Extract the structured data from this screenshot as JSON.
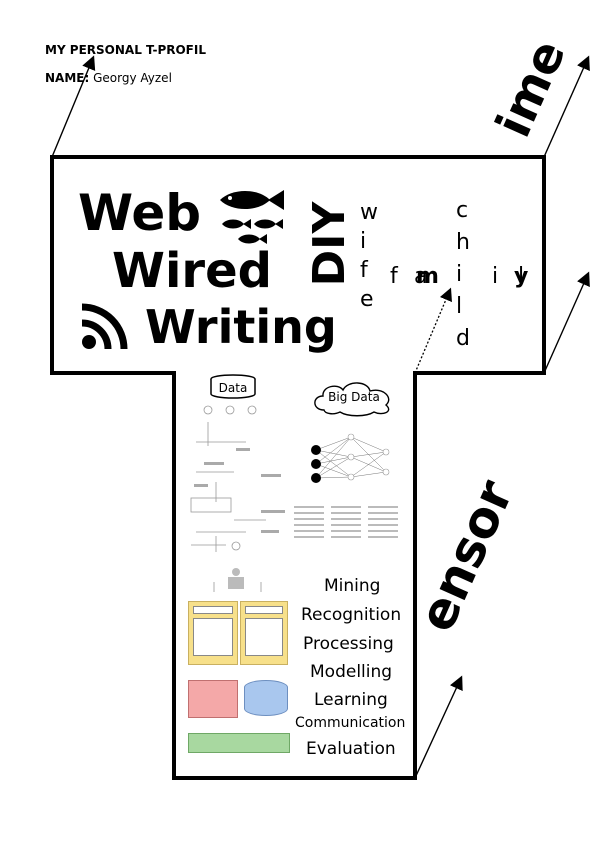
{
  "header": {
    "title": "MY PERSONAL T-PROFIL",
    "name_label": "NAME:",
    "name_value": "Georgy Ayzel"
  },
  "horizontal": {
    "line1": "Web",
    "line2": "Wired",
    "line3": "Writing"
  },
  "diy": "DIY",
  "family": {
    "wife": [
      "w",
      "i",
      "f",
      "e"
    ],
    "child": [
      "c",
      "h",
      "i",
      "l",
      "d"
    ],
    "family_letters": [
      "f",
      "a",
      "m",
      "i",
      "l",
      "y"
    ]
  },
  "side_words": {
    "top": "ime",
    "bottom": "ensor"
  },
  "vertical": {
    "data_label": "Data",
    "bigdata_label": "Big Data",
    "skills": [
      "Mining",
      "Recognition",
      "Processing",
      "Modelling",
      "Learning",
      "Communication",
      "Evaluation"
    ]
  },
  "colors": {
    "stroke": "#000000",
    "pink": "#f4a8a8",
    "blue": "#a9c7ee",
    "green": "#a8d8a0",
    "yellow": "#f7e08a"
  }
}
